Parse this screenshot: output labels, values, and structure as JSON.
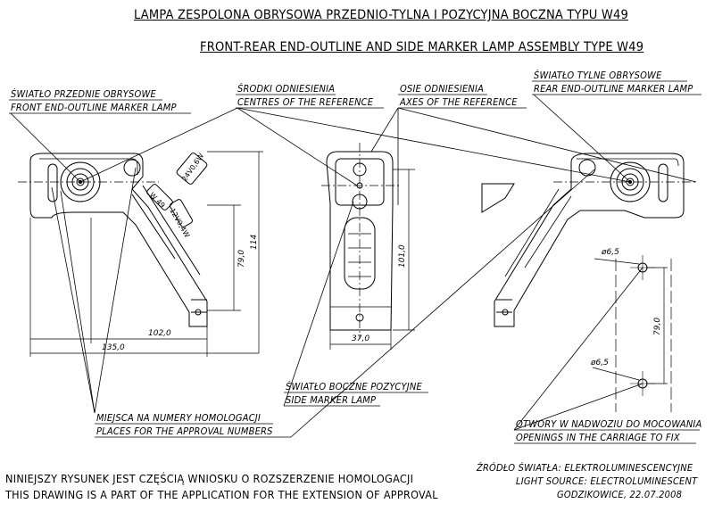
{
  "title": {
    "pl": "LAMPA  ZESPOLONA OBRYSOWA PRZEDNIO-TYLNA I POZYCYJNA BOCZNA TYPU W49",
    "en": "FRONT-REAR END-OUTLINE AND SIDE MARKER LAMP ASSEMBLY TYPE W49"
  },
  "labels": {
    "front_pl": "ŚWIATŁO PRZEDNIE OBRYSOWE",
    "front_en": "FRONT END-OUTLINE MARKER LAMP",
    "centres_pl": "ŚRODKI ODNIESIENIA",
    "centres_en": "CENTRES OF THE REFERENCE",
    "axes_pl": "OSIE ODNIESIENIA",
    "axes_en": "AXES OF THE REFERENCE",
    "rear_pl": "ŚWIATŁO TYLNE OBRYSOWE",
    "rear_en": "REAR END-OUTLINE MARKER LAMP",
    "side_pl": "ŚWIATŁO BOCZNE POZYCYJNE",
    "side_en": "SIDE MARKER LAMP",
    "approval_pl": "MIEJSCA NA NUMERY HOMOLOGACJI",
    "approval_en": "PLACES FOR THE APPROVAL NUMBERS",
    "openings_pl": "OTWORY W NADWOZIU DO MOCOWANIA",
    "openings_en": "OPENINGS IN THE CARRIAGE TO FIX"
  },
  "marks": {
    "v24": "24V0,6W",
    "v12": "12V0,4W",
    "w49": "W 49"
  },
  "dimensions": {
    "d102": "102,0",
    "d135": "135,0",
    "d79a": "79,0",
    "d114": "114",
    "d101": "101,0",
    "d37": "37,0",
    "d65a": "ø6,5",
    "d65b": "ø6,5",
    "d79b": "79,0"
  },
  "footer": {
    "note_pl": "NINIEJSZY RYSUNEK JEST CZĘŚCIĄ WNIOSKU O ROZSZERZENIE HOMOLOGACJI",
    "note_en": "THIS DRAWING IS A PART OF THE APPLICATION FOR THE EXTENSION OF APPROVAL",
    "source_pl": "ŹRÓDŁO ŚWIATŁA: ELEKTROLUMINESCENCYJNE",
    "source_en": "LIGHT SOURCE: ELECTROLUMINESCENT",
    "place_date": "GODZIKOWICE, 22.07.2008"
  }
}
